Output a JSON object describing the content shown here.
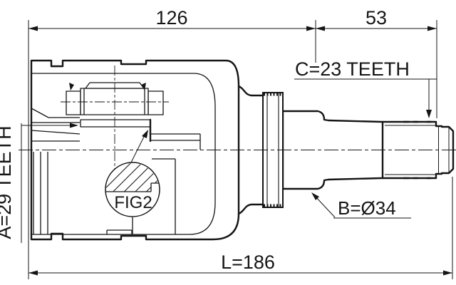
{
  "drawing": {
    "background": "#ffffff",
    "ink": "#151515",
    "dimensions": {
      "upper_left": "126",
      "upper_right": "53",
      "overall": "L=186"
    },
    "labels": {
      "spline_a": "A=29 TEETH",
      "diameter_b": "B=Ø34",
      "spline_c": "C=23 TEETH",
      "detail": "FIG2"
    }
  }
}
